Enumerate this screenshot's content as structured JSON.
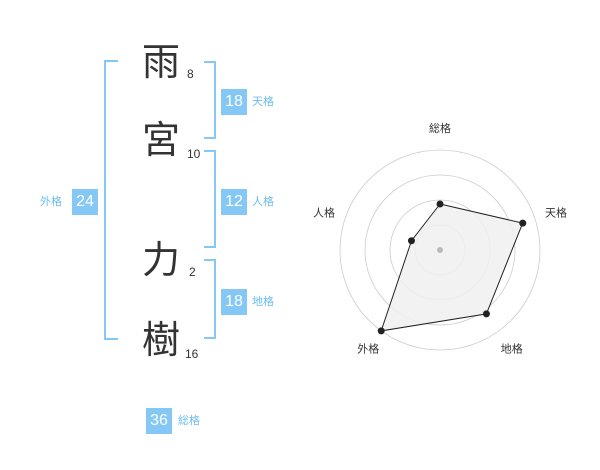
{
  "name_chars": [
    {
      "char": "雨",
      "strokes": "8"
    },
    {
      "char": "宮",
      "strokes": "10"
    },
    {
      "char": "力",
      "strokes": "2"
    },
    {
      "char": "樹",
      "strokes": "16"
    }
  ],
  "fortunes": {
    "tenkaku": {
      "value": "18",
      "label": "天格"
    },
    "jinkaku": {
      "value": "12",
      "label": "人格"
    },
    "chikaku": {
      "value": "18",
      "label": "地格"
    },
    "gaikaku": {
      "value": "24",
      "label": "外格"
    },
    "soukaku": {
      "value": "36",
      "label": "総格"
    }
  },
  "colors": {
    "accent": "#86c8f5",
    "accent_text": "#6bbdf0",
    "text": "#333333",
    "grid": "#cccccc",
    "fill": "#f0f0f0"
  },
  "chart_data": {
    "type": "radar",
    "axes": [
      "総格",
      "天格",
      "地格",
      "外格",
      "人格"
    ],
    "values": [
      0.46,
      0.87,
      0.79,
      1.0,
      0.3
    ],
    "rings": 4,
    "scale_max": 1.0
  }
}
